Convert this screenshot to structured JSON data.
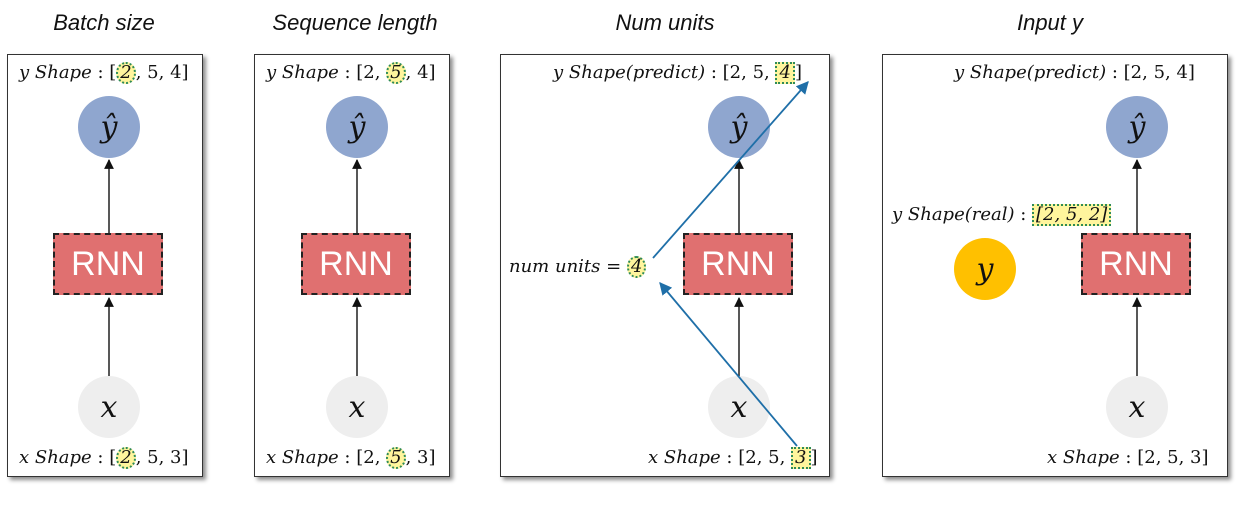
{
  "titles": {
    "batch": "Batch size",
    "seq": "Sequence length",
    "units": "Num units",
    "input": "Input y"
  },
  "nodes": {
    "yhat": "ŷ",
    "x": "x",
    "y": "y",
    "rnn": "RNN"
  },
  "shapes": {
    "y_shape": "y Shape",
    "y_shape_predict": "y Shape(predict)",
    "y_shape_real": "y Shape(real)",
    "x_shape": "x Shape",
    "sep": " : ",
    "num_units_label": "num units ="
  },
  "panel1": {
    "y_pre": "[",
    "y_hl": "2",
    "y_post": ", 5, 4]",
    "x_pre": "[",
    "x_hl": "2",
    "x_post": ", 5, 3]"
  },
  "panel2": {
    "y_pre": "[2, ",
    "y_hl": "5",
    "y_post": ", 4]",
    "x_pre": "[2, ",
    "x_hl": "5",
    "x_post": ", 3]"
  },
  "panel3": {
    "y_pre": "[2, 5, ",
    "y_hl": "4",
    "y_post": "]",
    "x_pre": "[2, 5, ",
    "x_hl": "3",
    "x_post": "]",
    "units_val": "4"
  },
  "panel4": {
    "y_val": "[2, 5, 4]",
    "real_val": "[2, 5, 2]",
    "x_val": "[2, 5, 3]"
  },
  "colors": {
    "yhat": "#8fa6cf",
    "x": "#eeeeee",
    "y_real": "#ffc000",
    "rnn": "#e07070",
    "highlight": "#fff59d",
    "arrow_blue": "#1f6fa8"
  }
}
